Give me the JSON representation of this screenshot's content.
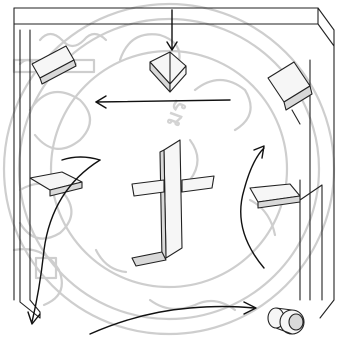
{
  "figure": {
    "background": "#ffffff",
    "line_color": "#222222",
    "watermark_color": "#c9c9c9"
  },
  "watermark": {
    "kind": "university seal",
    "text": "มร"
  },
  "components": [
    {
      "name": "mirror-top-left",
      "kind": "mirror"
    },
    {
      "name": "roof-prism",
      "kind": "prism"
    },
    {
      "name": "mirror-top-right",
      "kind": "mirror"
    },
    {
      "name": "mirror-left-shelf",
      "kind": "mirror"
    },
    {
      "name": "cross-mirror-assembly",
      "kind": "mirror"
    },
    {
      "name": "mirror-right-shelf",
      "kind": "mirror"
    },
    {
      "name": "lens-barrel",
      "kind": "lens"
    }
  ],
  "arrows": [
    {
      "name": "arrow-left-horizontal",
      "direction": "left"
    },
    {
      "name": "arrow-curve-down-left",
      "direction": "down-left"
    },
    {
      "name": "arrow-curve-up-right",
      "direction": "up"
    },
    {
      "name": "arrow-curve-bottom-right",
      "direction": "right"
    },
    {
      "name": "arrow-vertical-top",
      "direction": "down"
    }
  ]
}
